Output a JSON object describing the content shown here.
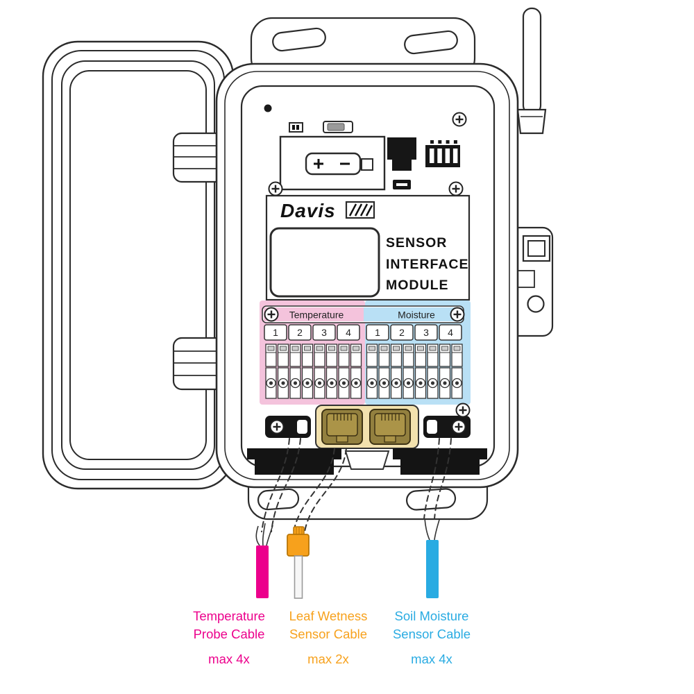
{
  "figure": {
    "type": "hardware-wiring-diagram",
    "subject": "Sensor Interface Module wiring"
  },
  "device": {
    "brand": "Davis",
    "module_label": {
      "line1": "SENSOR",
      "line2": "INTERFACE",
      "line3": "MODULE"
    },
    "terminal_banks": [
      {
        "name": "Temperature",
        "channels": [
          "1",
          "2",
          "3",
          "4"
        ],
        "bg": "#f4c3dc"
      },
      {
        "name": "Moisture",
        "channels": [
          "1",
          "2",
          "3",
          "4"
        ],
        "bg": "#b9e0f5"
      }
    ]
  },
  "cables": [
    {
      "label1": "Temperature",
      "label2": "Probe Cable",
      "max": "max 4x",
      "color": "#ec008c"
    },
    {
      "label1": "Leaf Wetness",
      "label2": "Sensor Cable",
      "max": "max 2x",
      "color": "#f7a11c"
    },
    {
      "label1": "Soil Moisture",
      "label2": "Sensor Cable",
      "max": "max 4x",
      "color": "#29abe2"
    }
  ]
}
